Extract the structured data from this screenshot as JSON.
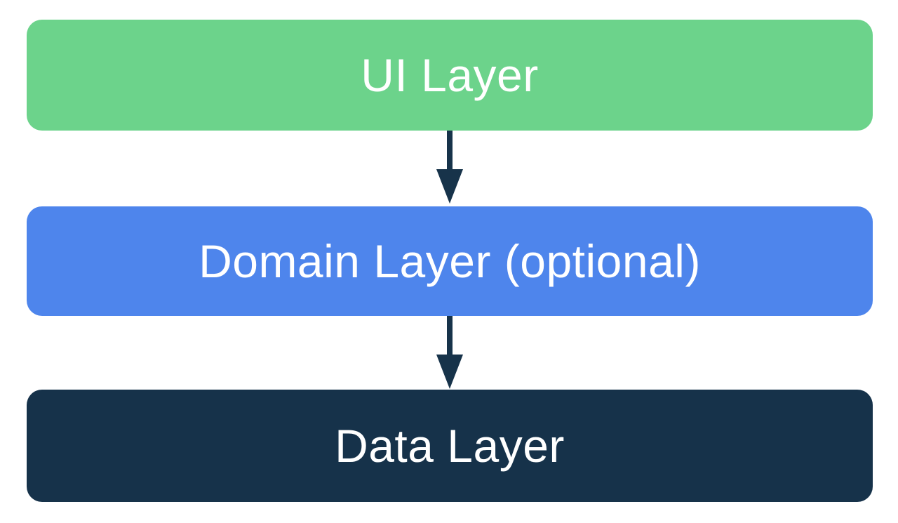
{
  "diagram": {
    "background_color": "#FFFFFF",
    "text_color": "#FFFFFF",
    "arrow_color": "#17334A",
    "boxes": [
      {
        "id": "ui-layer",
        "label": "UI Layer",
        "fill": "#6CD38B"
      },
      {
        "id": "domain-layer",
        "label": "Domain Layer (optional)",
        "fill": "#4E85EC"
      },
      {
        "id": "data-layer",
        "label": "Data Layer",
        "fill": "#16324A"
      }
    ],
    "arrows": [
      {
        "from": "UI Layer",
        "to": "Domain Layer (optional)",
        "direction": "down"
      },
      {
        "from": "Domain Layer (optional)",
        "to": "Data Layer",
        "direction": "down"
      }
    ]
  }
}
